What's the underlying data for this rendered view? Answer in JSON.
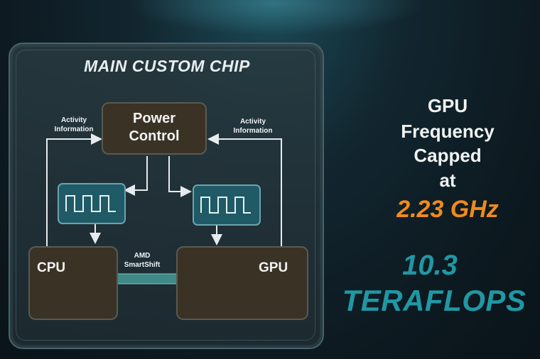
{
  "diagram": {
    "title": "MAIN CUSTOM CHIP",
    "power_control": {
      "line1": "Power",
      "line2": "Control"
    },
    "cpu_label": "CPU",
    "gpu_label": "GPU",
    "activity_left": {
      "line1": "Activity",
      "line2": "Information"
    },
    "activity_right": {
      "line1": "Activity",
      "line2": "Information"
    },
    "smartshift": {
      "line1": "AMD",
      "line2": "SmartShift"
    }
  },
  "side_text": {
    "line1": "GPU",
    "line2": "Frequency",
    "line3": "Capped",
    "line4": "at",
    "frequency": "2.23 GHz",
    "teraflops_value": "10.3",
    "teraflops_label": "TERAFLOPS"
  },
  "colors": {
    "frequency": "#f08a1c",
    "teraflops": "#1f98a4",
    "box_fill": "#3b3226",
    "osc_fill": "#1f5a66"
  }
}
